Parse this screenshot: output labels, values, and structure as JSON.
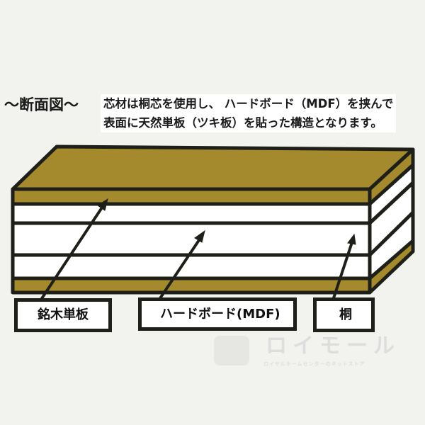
{
  "heading": "～断面図～",
  "description": [
    "芯材は桐芯を使用し、 ハードボード（MDF）を挟んで",
    "表面に天然単板（ツキ板）を貼った構造となります。"
  ],
  "labels": {
    "veneer": "銘木単板",
    "hardboard": "ハードボード(MDF)",
    "paulownia": "桐"
  },
  "watermark": {
    "brand": "ロイモール",
    "tagline": "ロイヤルホームセンターのネットストア"
  },
  "colors": {
    "wood": "#a48a2c",
    "line": "#1f1f1a",
    "background": "#f2f2ef"
  }
}
